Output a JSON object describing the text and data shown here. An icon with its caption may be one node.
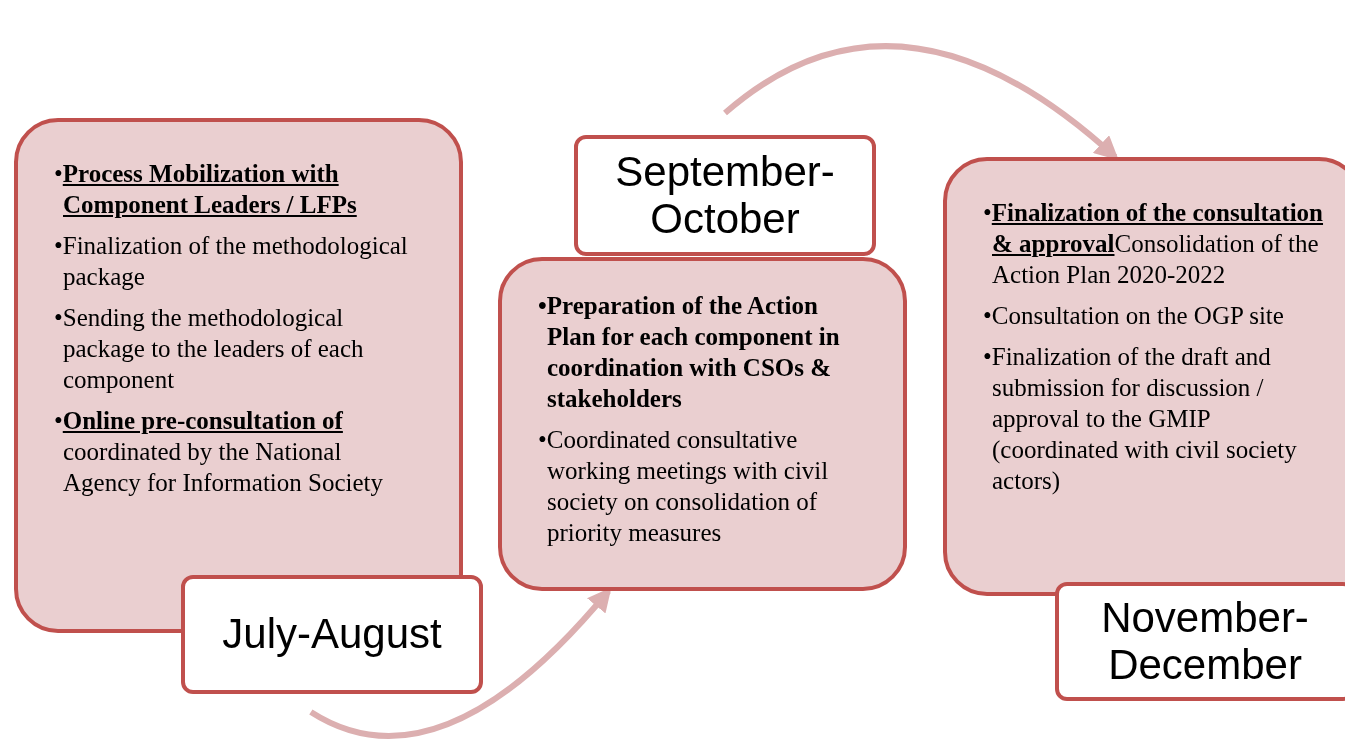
{
  "diagram": {
    "nodes": [
      {
        "text": [
          "•**Process Mobilization with Component Leaders / LFPs**",
          "•Finalization of the methodological package",
          "•Sending the methodological package to the leaders of each component",
          "•**Online pre-consultation of** coordinated by the National Agency for Information Society"
        ]
      },
      {
        "text": [
          "July-August"
        ]
      },
      {
        "text": [
          "September- October"
        ]
      },
      {
        "text": [
          "•Preparation of the Action Plan for each component in coordination with CSOs & stakeholders",
          "•Coordinated consultative working meetings with civil society on consolidation of priority measures"
        ]
      },
      {
        "text": [
          "•**Finalization of the consultation & approval**Consolidation of the Action Plan 2020-2022",
          "•Consultation on the OGP site",
          "•Finalization of the draft and submission for discussion / approval to the GMIP (coordinated with civil society actors)"
        ]
      },
      {
        "text": [
          "November- December"
        ]
      }
    ],
    "edges": [
      {
        "from": 1,
        "to": 3,
        "arrow": "to"
      },
      {
        "from": 2,
        "to": 4,
        "arrow": "to"
      }
    ]
  }
}
